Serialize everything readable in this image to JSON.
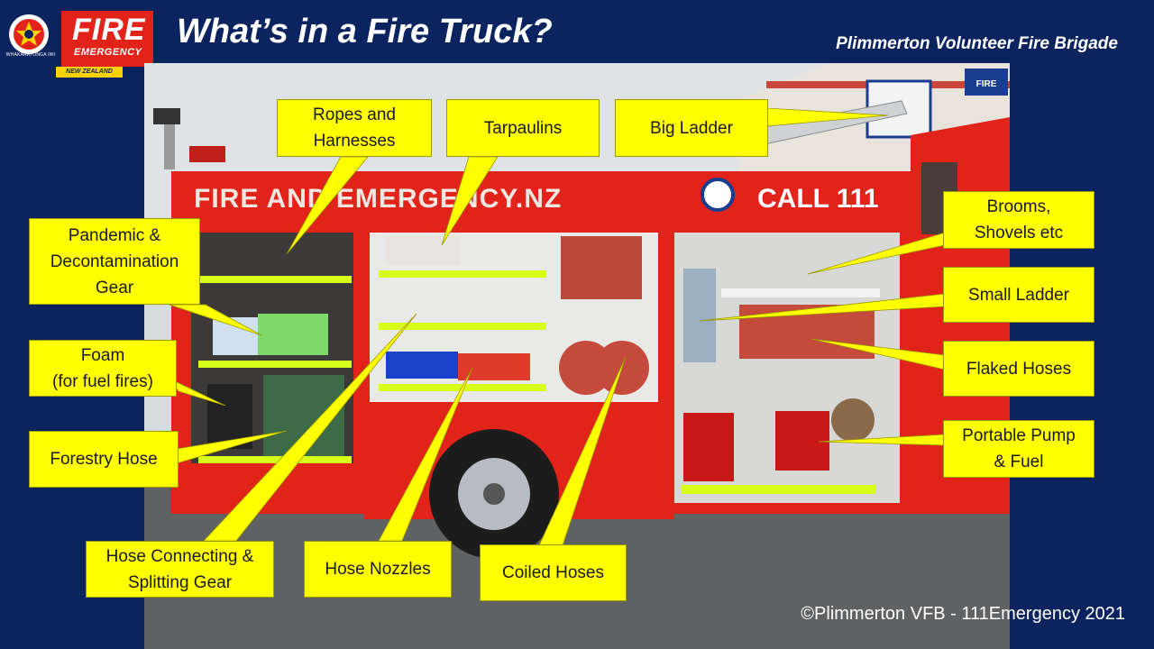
{
  "header": {
    "org_caption": "WHAKARATONGA IWI",
    "brand_line1": "FIRE",
    "brand_line2": "EMERGENCY",
    "brand_line3": "NEW ZEALAND",
    "title": "What’s in a Fire Truck?",
    "brigade": "Plimmerton Volunteer Fire Brigade"
  },
  "truck": {
    "side_text": "FIRE AND EMERGENCY.NZ",
    "call_text": "CALL 111",
    "building_logo_text": "FIRE"
  },
  "callouts": [
    {
      "id": "ropes",
      "lines": [
        "Ropes and",
        "Harnesses"
      ]
    },
    {
      "id": "tarpaulins",
      "lines": [
        "Tarpaulins"
      ]
    },
    {
      "id": "big-ladder",
      "lines": [
        "Big Ladder"
      ]
    },
    {
      "id": "pandemic",
      "lines": [
        "Pandemic &",
        "Decontamination",
        "Gear"
      ]
    },
    {
      "id": "brooms",
      "lines": [
        "Brooms,",
        "Shovels etc"
      ]
    },
    {
      "id": "small-ladder",
      "lines": [
        "Small Ladder"
      ]
    },
    {
      "id": "foam",
      "lines": [
        "Foam",
        "(for fuel fires)"
      ]
    },
    {
      "id": "flaked",
      "lines": [
        "Flaked Hoses"
      ]
    },
    {
      "id": "forestry",
      "lines": [
        "Forestry Hose"
      ]
    },
    {
      "id": "pump",
      "lines": [
        "Portable Pump",
        "& Fuel"
      ]
    },
    {
      "id": "connecting",
      "lines": [
        "Hose Connecting &",
        "Splitting Gear"
      ]
    },
    {
      "id": "nozzles",
      "lines": [
        "Hose Nozzles"
      ]
    },
    {
      "id": "coiled",
      "lines": [
        "Coiled Hoses"
      ]
    }
  ],
  "footer": {
    "credit": "©Plimmerton VFB - 111Emergency 2021"
  },
  "colors": {
    "background": "#0b2460",
    "callout": "#ffff00",
    "truck_red": "#e2231a",
    "reflective_strip": "#d8ff1a"
  }
}
